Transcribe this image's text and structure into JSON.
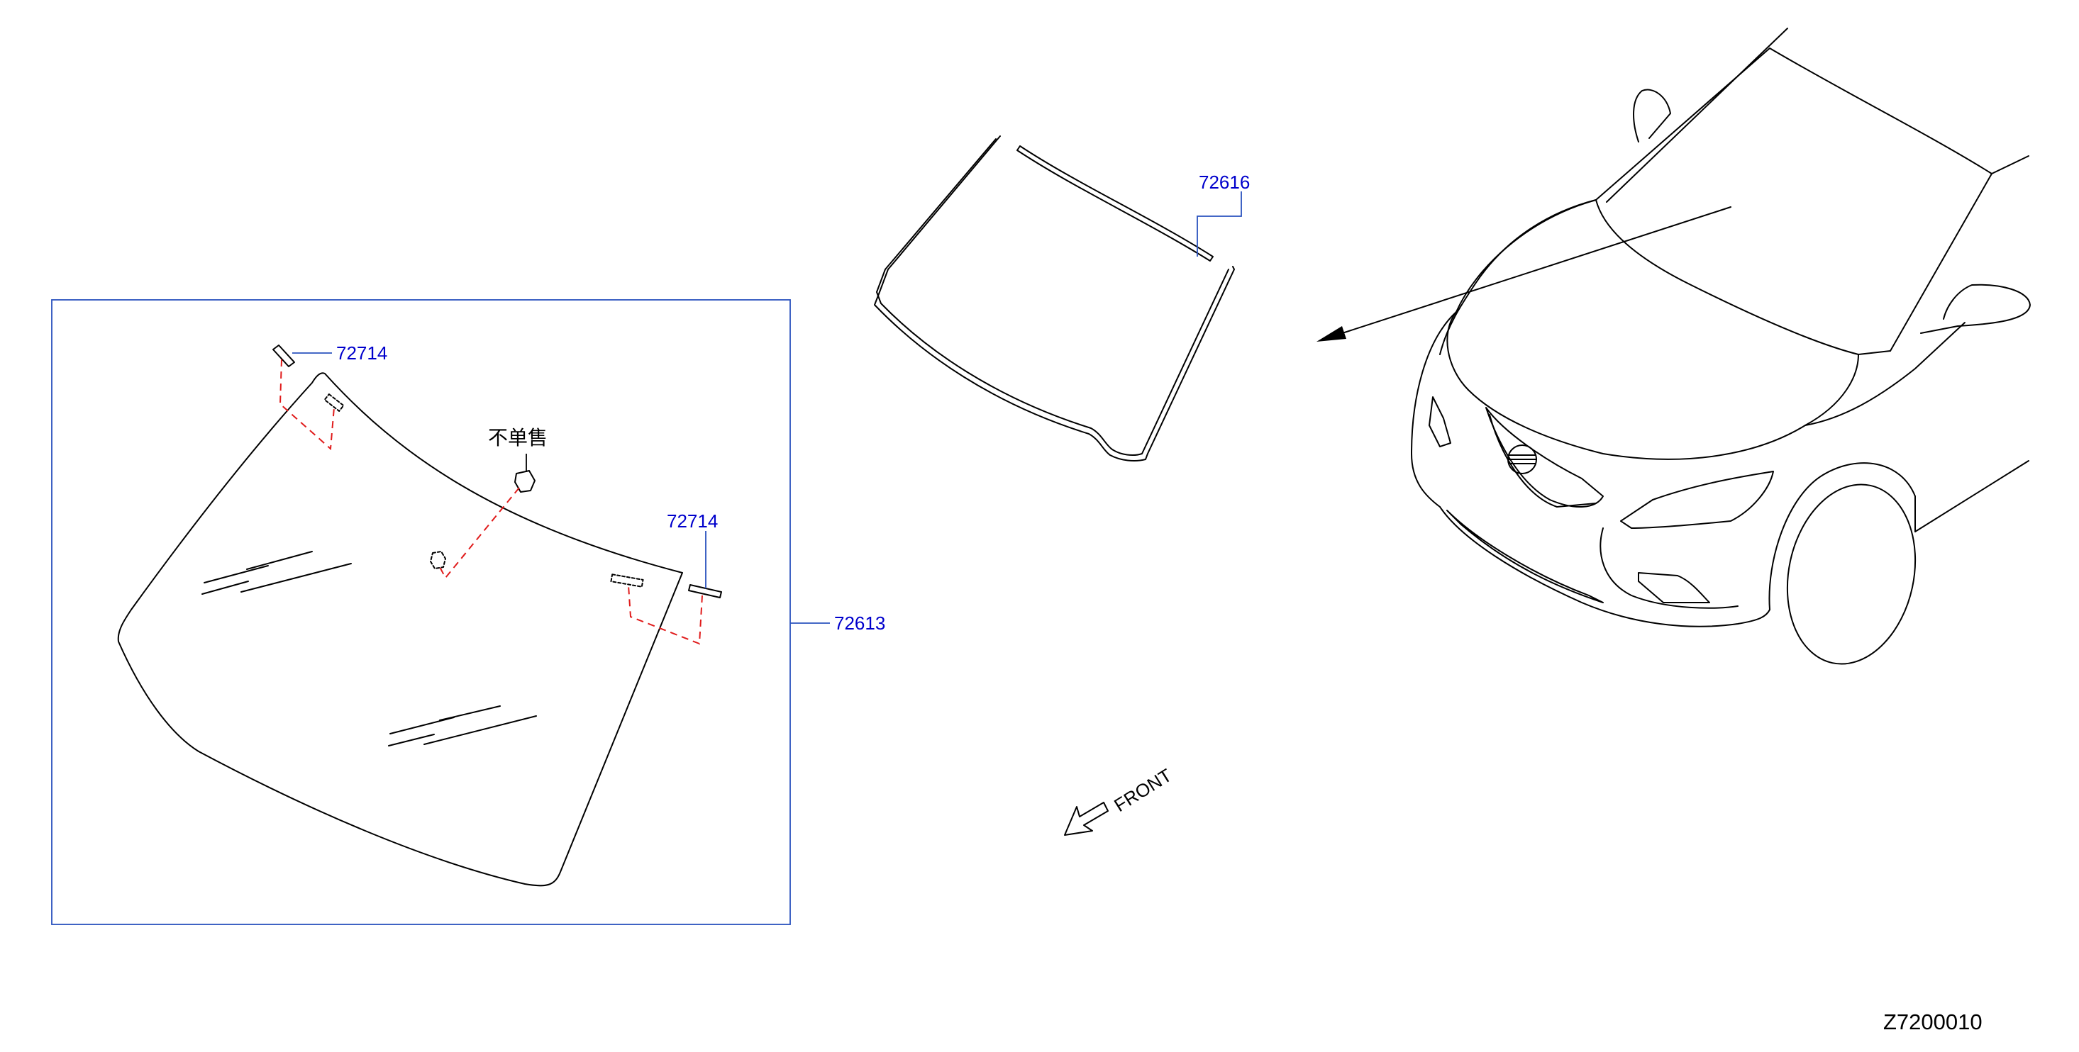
{
  "colors": {
    "callout": "#0000cc",
    "leader_blue": "#2a52be",
    "leader_red": "#e01b1b",
    "line": "#000000"
  },
  "callouts": {
    "windshield_glass": "72613",
    "molding": "72616",
    "clip_left": "72714",
    "clip_right": "72714"
  },
  "notes": {
    "not_sold_separately": "不单售"
  },
  "front_indicator": {
    "label": "FRONT",
    "icon": "front-arrow-icon"
  },
  "drawing_code": "Z7200010"
}
